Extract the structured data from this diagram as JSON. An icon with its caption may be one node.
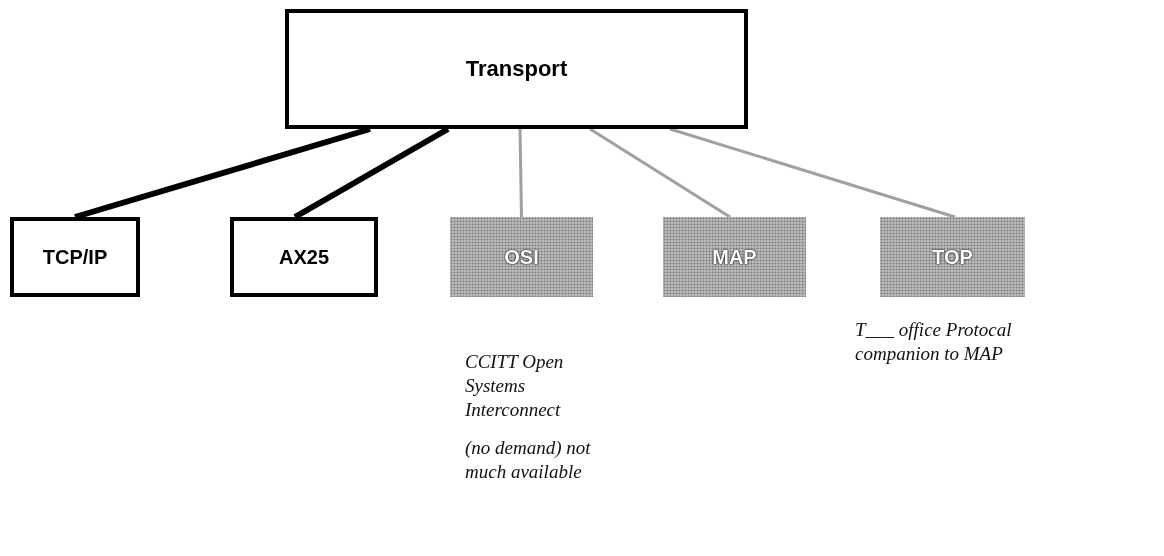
{
  "diagram": {
    "nodes": [
      {
        "text": [
          "Transport"
        ]
      },
      {
        "text": [
          "TCP/IP"
        ]
      },
      {
        "text": [
          "AX25"
        ]
      },
      {
        "text": [
          "OSI"
        ],
        "beside": [
          "CCITT Open Systems Interconnect",
          "(no demand) not much available"
        ]
      },
      {
        "text": [
          "MAP"
        ]
      },
      {
        "text": [
          "TOP"
        ],
        "beside": [
          "T___ office Protocal companion to MAP"
        ]
      }
    ],
    "edges": [
      {
        "from": 0,
        "to": 1,
        "arrow": "none",
        "style": "thick",
        "color": "#000000"
      },
      {
        "from": 0,
        "to": 2,
        "arrow": "none",
        "style": "thick",
        "color": "#000000"
      },
      {
        "from": 0,
        "to": 3,
        "arrow": "none"
      },
      {
        "from": 0,
        "to": 4,
        "arrow": "none"
      },
      {
        "from": 0,
        "to": 5,
        "arrow": "none"
      }
    ]
  }
}
